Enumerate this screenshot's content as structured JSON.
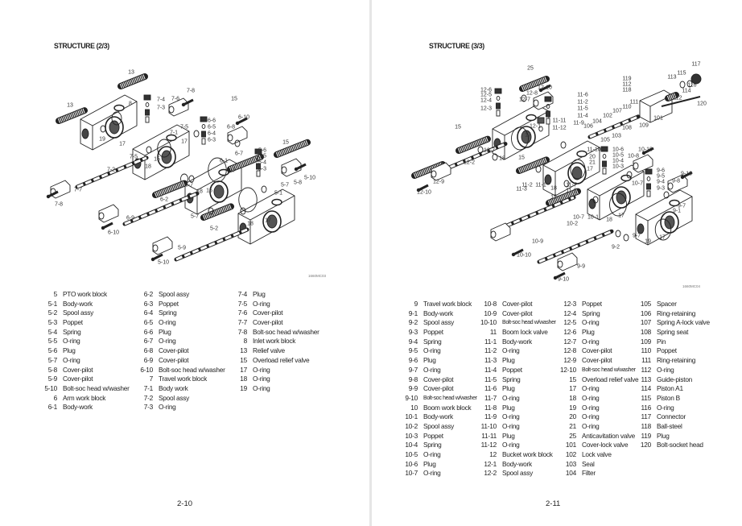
{
  "left_page": {
    "title": "STRUCTURE (2/3)",
    "page_number": "2-10",
    "figure_code": "1660MC03",
    "callouts": [
      "13",
      "13",
      "8",
      "7-4",
      "7-3",
      "7-8",
      "7-6",
      "15",
      "6-6",
      "6-5",
      "6-4",
      "6-3",
      "6-10",
      "6-8",
      "7-5",
      "7-1",
      "19",
      "17",
      "17",
      "7-5",
      "18",
      "7-2",
      "15",
      "6-1",
      "6-7",
      "15",
      "5-6",
      "5-5",
      "5-4",
      "5-3",
      "5-10",
      "5-8",
      "5-7",
      "17",
      "7-7",
      "7-8",
      "6-7",
      "18",
      "5-1",
      "15",
      "6-2",
      "5-7",
      "18",
      "17",
      "6-9",
      "6-10",
      "5-2",
      "5-9",
      "5-10"
    ],
    "parts": [
      [
        [
          "5",
          "PTO work block"
        ],
        [
          "5-1",
          "Body-work"
        ],
        [
          "5-2",
          "Spool assy"
        ],
        [
          "5-3",
          "Poppet"
        ],
        [
          "5-4",
          "Spring"
        ],
        [
          "5-5",
          "O-ring"
        ],
        [
          "5-6",
          "Plug"
        ],
        [
          "5-7",
          "O-ring"
        ],
        [
          "5-8",
          "Cover-pilot"
        ],
        [
          "5-9",
          "Cover-pilot"
        ],
        [
          "5-10",
          "Bolt-soc head w/washer"
        ],
        [
          "6",
          "Arm work block"
        ],
        [
          "6-1",
          "Body-work"
        ]
      ],
      [
        [
          "6-2",
          "Spool assy"
        ],
        [
          "6-3",
          "Poppet"
        ],
        [
          "6-4",
          "Spring"
        ],
        [
          "6-5",
          "O-ring"
        ],
        [
          "6-6",
          "Plug"
        ],
        [
          "6-7",
          "O-ring"
        ],
        [
          "6-8",
          "Cover-pilot"
        ],
        [
          "6-9",
          "Cover-pilot"
        ],
        [
          "6-10",
          "Bolt-soc head w/washer"
        ],
        [
          "7",
          "Travel work block"
        ],
        [
          "7-1",
          "Body work"
        ],
        [
          "7-2",
          "Spool assy"
        ],
        [
          "7-3",
          "O-ring"
        ]
      ],
      [
        [
          "7-4",
          "Plug"
        ],
        [
          "7-5",
          "O-ring"
        ],
        [
          "7-6",
          "Cover-pilot"
        ],
        [
          "7-7",
          "Cover-pilot"
        ],
        [
          "7-8",
          "Bolt-soc head w/washer"
        ],
        [
          "8",
          "Inlet work block"
        ],
        [
          "13",
          "Relief valve"
        ],
        [
          "15",
          "Overload relief valve"
        ],
        [
          "17",
          "O-ring"
        ],
        [
          "18",
          "O-ring"
        ],
        [
          "19",
          "O-ring"
        ]
      ]
    ]
  },
  "right_page": {
    "title": "STRUCTURE (3/3)",
    "page_number": "2-11",
    "figure_code": "1660MC04",
    "callouts": [
      "25",
      "12-6",
      "12-5",
      "12-4",
      "12-3",
      "12-10",
      "12-8",
      "12-7",
      "11-6",
      "11-2",
      "11-5",
      "11-4",
      "11-11",
      "11-12",
      "12-1",
      "15",
      "11-9",
      "106",
      "104",
      "102",
      "107",
      "110",
      "111",
      "105",
      "103",
      "108",
      "109",
      "101",
      "119",
      "112",
      "118",
      "113",
      "115",
      "117",
      "116",
      "114",
      "112",
      "120",
      "17",
      "12-7",
      "18",
      "12-2",
      "11-10",
      "10-6",
      "10-5",
      "10-4",
      "10-3",
      "20",
      "21",
      "10-10",
      "10-8",
      "15",
      "17",
      "11-2",
      "11-1",
      "11-3",
      "18",
      "11-7",
      "11-8",
      "9-6",
      "9-5",
      "9-4",
      "9-3",
      "9-10",
      "9-8",
      "10-7",
      "12-9",
      "12-10",
      "15",
      "9-7",
      "9-1",
      "17",
      "10-7",
      "10-1",
      "18",
      "10-2",
      "17",
      "9-7",
      "19",
      "10-9",
      "9-2",
      "10-10",
      "9-9",
      "9-10"
    ],
    "parts": [
      [
        [
          "9",
          "Travel work block"
        ],
        [
          "9-1",
          "Body-work"
        ],
        [
          "9-2",
          "Spool assy"
        ],
        [
          "9-3",
          "Poppet"
        ],
        [
          "9-4",
          "Spring"
        ],
        [
          "9-5",
          "O-ring"
        ],
        [
          "9-6",
          "Plug"
        ],
        [
          "9-7",
          "O-ring"
        ],
        [
          "9-8",
          "Cover-pilot"
        ],
        [
          "9-9",
          "Cover-pilot"
        ],
        [
          "9-10",
          "Bolt-soc head w/washer"
        ],
        [
          "10",
          "Boom work block"
        ],
        [
          "10-1",
          "Body-work"
        ],
        [
          "10-2",
          "Spool assy"
        ],
        [
          "10-3",
          "Poppet"
        ],
        [
          "10-4",
          "Spring"
        ],
        [
          "10-5",
          "O-ring"
        ],
        [
          "10-6",
          "Plug"
        ],
        [
          "10-7",
          "O-ring"
        ]
      ],
      [
        [
          "10-8",
          "Cover-pilot"
        ],
        [
          "10-9",
          "Cover-pilot"
        ],
        [
          "10-10",
          "Bolt-soc head w/washer"
        ],
        [
          "11",
          "Boom lock valve"
        ],
        [
          "11-1",
          "Body-work"
        ],
        [
          "11-2",
          "O-ring"
        ],
        [
          "11-3",
          "Plug"
        ],
        [
          "11-4",
          "Poppet"
        ],
        [
          "11-5",
          "Spring"
        ],
        [
          "11-6",
          "Plug"
        ],
        [
          "11-7",
          "O-ring"
        ],
        [
          "11-8",
          "Plug"
        ],
        [
          "11-9",
          "O-ring"
        ],
        [
          "11-10",
          "O-ring"
        ],
        [
          "11-11",
          "Plug"
        ],
        [
          "11-12",
          "O-ring"
        ],
        [
          "12",
          "Bucket work block"
        ],
        [
          "12-1",
          "Body-work"
        ],
        [
          "12-2",
          "Spool assy"
        ]
      ],
      [
        [
          "12-3",
          "Poppet"
        ],
        [
          "12-4",
          "Spring"
        ],
        [
          "12-5",
          "O-ring"
        ],
        [
          "12-6",
          "Plug"
        ],
        [
          "12-7",
          "O-ring"
        ],
        [
          "12-8",
          "Cover-pilot"
        ],
        [
          "12-9",
          "Cover-pilot"
        ],
        [
          "12-10",
          "Bolt-soc head w/washer"
        ],
        [
          "15",
          "Overload relief valve"
        ],
        [
          "17",
          "O-ring"
        ],
        [
          "18",
          "O-ring"
        ],
        [
          "19",
          "O-ring"
        ],
        [
          "20",
          "O-ring"
        ],
        [
          "21",
          "O-ring"
        ],
        [
          "25",
          "Anticavitation valve"
        ],
        [
          "101",
          "Cover-lock valve"
        ],
        [
          "102",
          "Lock valve"
        ],
        [
          "103",
          "Seal"
        ],
        [
          "104",
          "Filter"
        ]
      ],
      [
        [
          "105",
          "Spacer"
        ],
        [
          "106",
          "Ring-retaining"
        ],
        [
          "107",
          "Spring A-lock valve"
        ],
        [
          "108",
          "Spring seat"
        ],
        [
          "109",
          "Pin"
        ],
        [
          "110",
          "Poppet"
        ],
        [
          "111",
          "Ring-retaining"
        ],
        [
          "112",
          "O-ring"
        ],
        [
          "113",
          "Guide-piston"
        ],
        [
          "114",
          "Piston A1"
        ],
        [
          "115",
          "Piston B"
        ],
        [
          "116",
          "O-ring"
        ],
        [
          "117",
          "Connector"
        ],
        [
          "118",
          "Ball-steel"
        ],
        [
          "119",
          "Plug"
        ],
        [
          "120",
          "Bolt-socket head"
        ]
      ]
    ]
  }
}
